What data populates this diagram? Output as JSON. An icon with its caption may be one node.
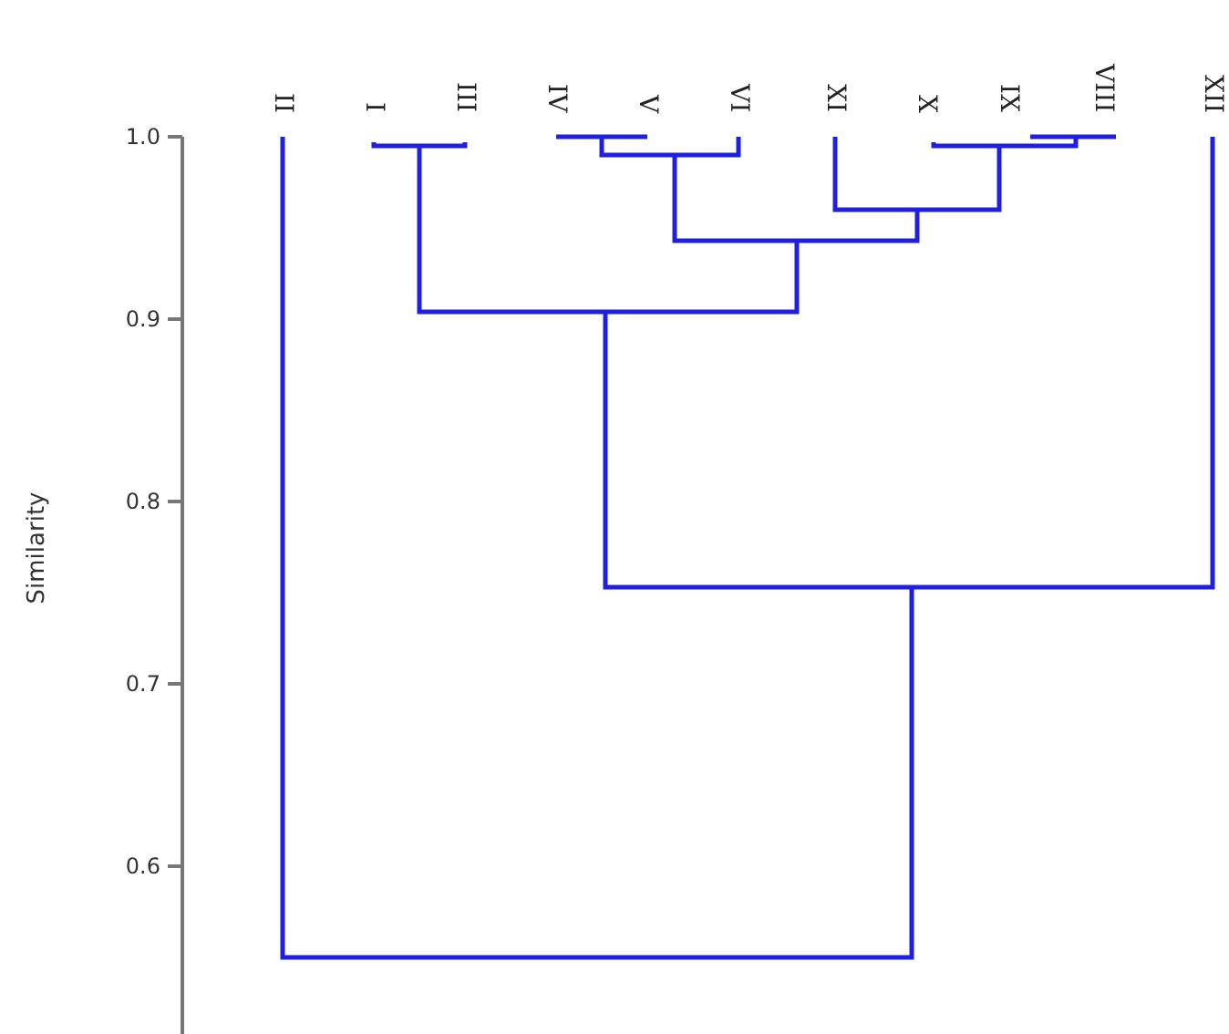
{
  "diagram": {
    "labels": [
      "II",
      "I",
      "III",
      "IV",
      "V",
      "VI",
      "XI",
      "X",
      "IX",
      "VIII",
      "XII",
      "1.0",
      "0.9",
      "0.8",
      "Similarity",
      "0.7",
      "0.6"
    ]
  }
}
